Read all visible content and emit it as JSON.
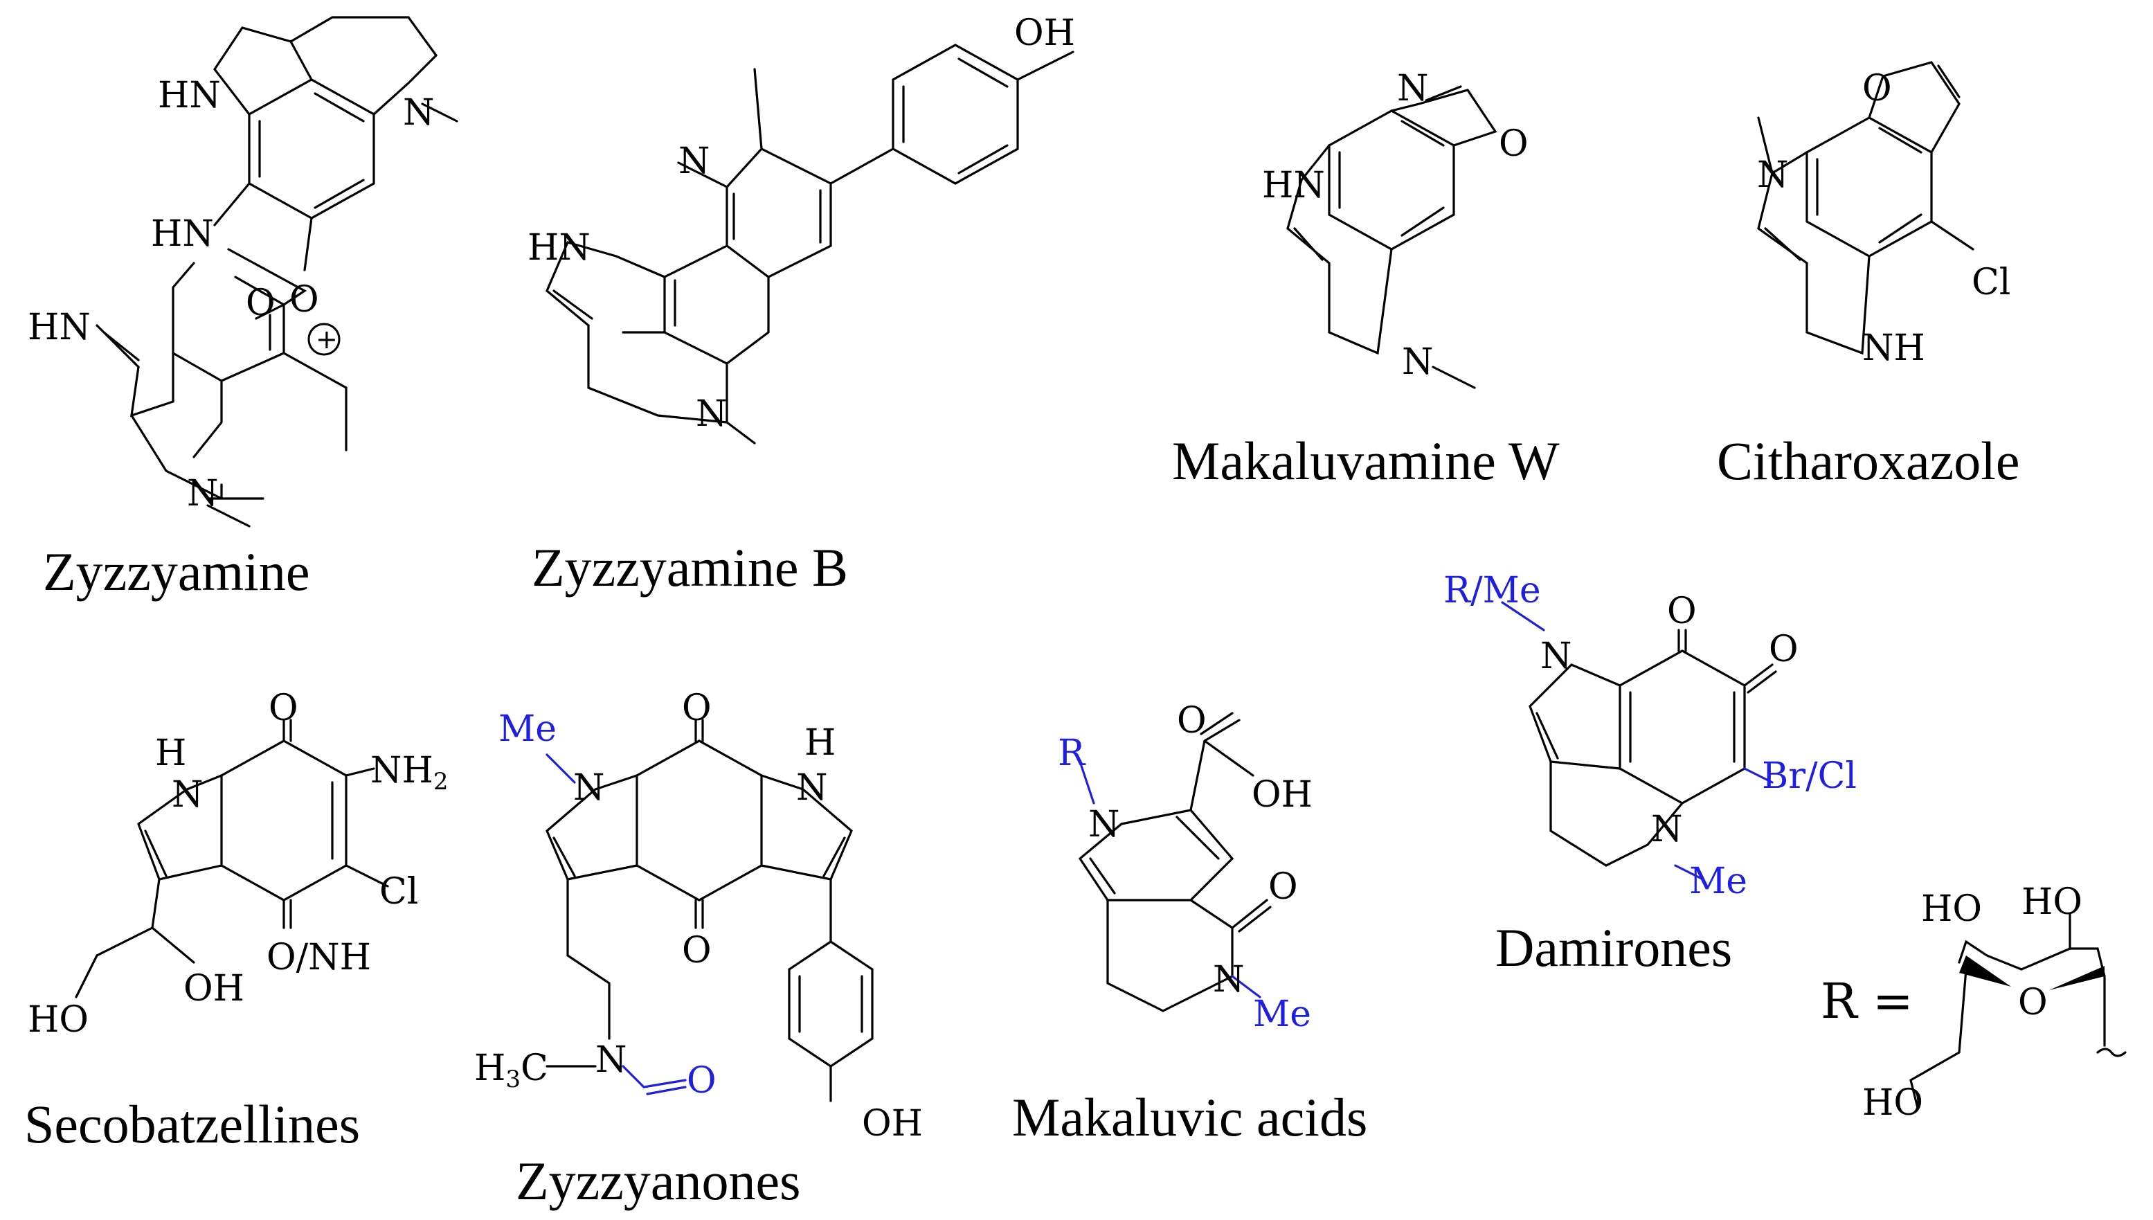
{
  "colors": {
    "ink": "#000000",
    "variable_group": "#1f1fe0"
  },
  "compounds": [
    {
      "name": "Zyzzyamine",
      "atoms": {
        "hn_top": "HN",
        "n_top": "N",
        "hn_link": "HN",
        "o_plus": "O",
        "charge": "+",
        "hn_bot": "HN",
        "o_keto": "O",
        "n_bot": "N"
      }
    },
    {
      "name": "Zyzzyamine B",
      "atoms": {
        "oh": "OH",
        "n_pyr": "N",
        "hn": "HN",
        "n_amine": "N"
      }
    },
    {
      "name": "Makaluvamine W",
      "atoms": {
        "n_ox": "N",
        "o_ox": "O",
        "hn": "HN",
        "n_amine": "N"
      }
    },
    {
      "name": "Citharoxazole",
      "atoms": {
        "n_me": "N",
        "o_furan": "O",
        "cl": "Cl",
        "nh": "NH"
      }
    },
    {
      "name": "Secobatzellines",
      "atoms": {
        "h": "H",
        "n": "N",
        "o_top": "O",
        "nh2": "NH",
        "nh2_sub": "2",
        "cl": "Cl",
        "o_nh": "O/NH",
        "oh": "OH",
        "ho": "HO"
      }
    },
    {
      "name": "Zyzzyanones",
      "atoms": {
        "me": "Me",
        "n_left": "N",
        "o_top": "O",
        "h": "H",
        "n_right": "N",
        "o_bot": "O",
        "h3c": "H",
        "h3c_sub": "3",
        "h3c_c": "C",
        "n_chain": "N",
        "o_formyl": "O",
        "oh": "OH"
      }
    },
    {
      "name": "Makaluvic acids",
      "atoms": {
        "r": "R",
        "n_pyr": "N",
        "o_acid": "O",
        "oh": "OH",
        "o_lactam": "O",
        "n_lactam": "N",
        "me": "Me"
      }
    },
    {
      "name": "Damirones",
      "atoms": {
        "r_me": "R/Me",
        "n": "N",
        "o_1": "O",
        "o_2": "O",
        "br_cl": "Br/Cl",
        "n_amine": "N",
        "me": "Me"
      }
    }
  ],
  "r_group": {
    "label": "R =",
    "atoms": {
      "ho_1": "HO",
      "ho_2": "HO",
      "o_ring": "O",
      "ho_3": "HO"
    }
  }
}
